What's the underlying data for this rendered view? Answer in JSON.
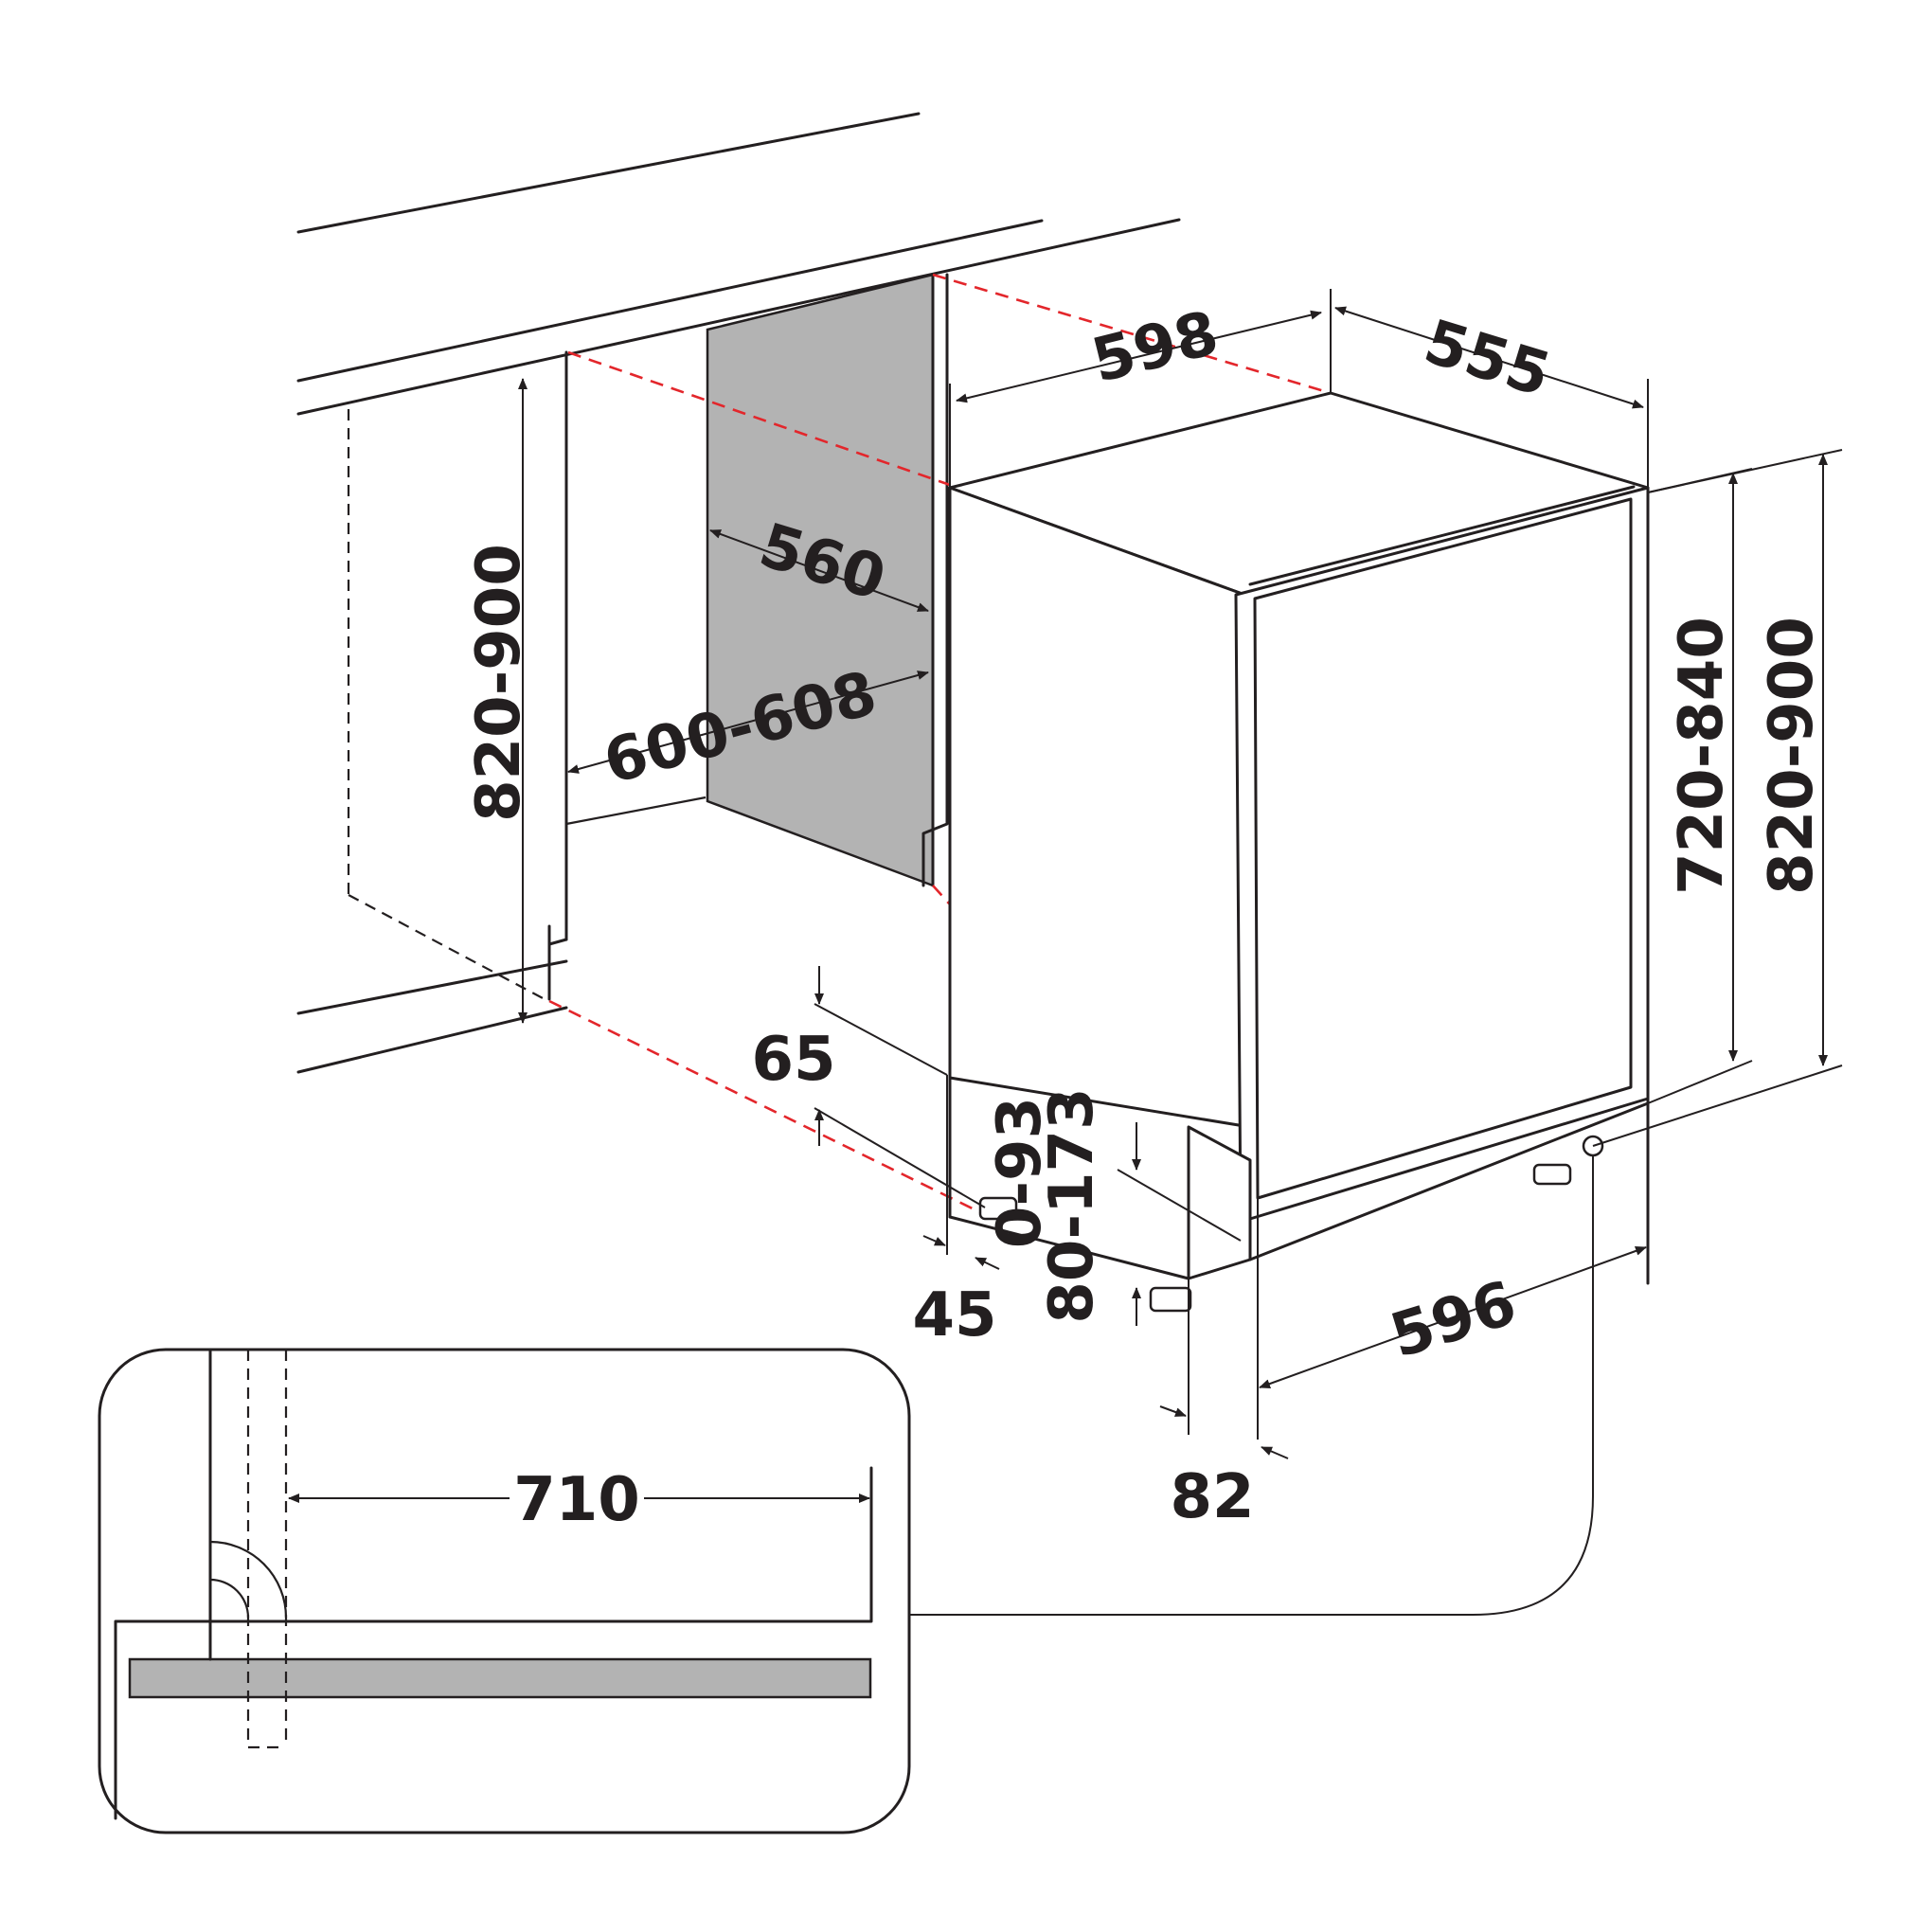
{
  "figure": "Built-in dishwasher installation dimensions",
  "dimensions": {
    "appliance_width": "598",
    "appliance_depth": "555",
    "panel_width": "560",
    "niche_width": "600-608",
    "niche_height": "820-900",
    "appliance_height_body": "720-840",
    "appliance_height_total": "820-900",
    "plinth_height": "65",
    "plinth_setback": "0-93",
    "foot_adjust": "80-173",
    "rear_offset": "45",
    "door_width": "596",
    "door_offset": "82",
    "inset_length": "710"
  },
  "colors": {
    "line": "#231f20",
    "red_dashed": "#e3262b",
    "panel_fill": "#b3b3b3",
    "background": "#ffffff"
  }
}
